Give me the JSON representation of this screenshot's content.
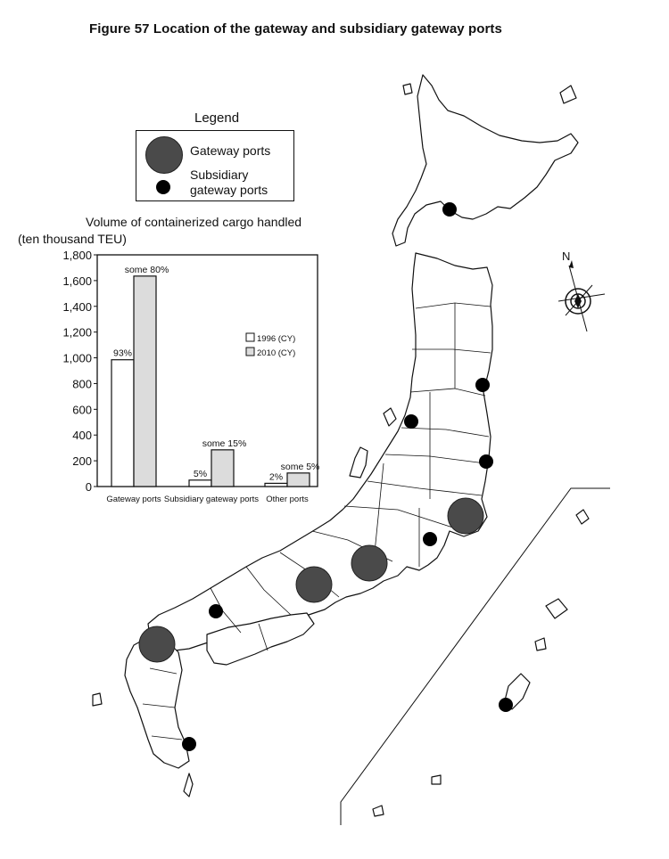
{
  "figure_title": "Figure 57 Location of the gateway and subsidiary gateway ports",
  "legend": {
    "title": "Legend",
    "items": [
      {
        "label": "Gateway ports",
        "symbol": "large-grey-circle"
      },
      {
        "label": "Subsidiary gateway ports",
        "label_lines": [
          "Subsidiary",
          "gateway ports"
        ],
        "symbol": "small-black-dot"
      }
    ]
  },
  "compass": {
    "label": "N"
  },
  "colors": {
    "gateway": "#4a4a4a",
    "subsidiary": "#000000",
    "bar_1996": "#ffffff",
    "bar_2010": "#dcdcdc"
  },
  "chart_data": {
    "type": "bar",
    "title": "Volume of containerized cargo handled",
    "ylabel": "(ten thousand TEU)",
    "ylim": [
      0,
      1800
    ],
    "yticks": [
      "1,800",
      "1,600",
      "1,400",
      "1,200",
      "1,000",
      "800",
      "600",
      "400",
      "200",
      "0"
    ],
    "ytick_values": [
      1800,
      1600,
      1400,
      1200,
      1000,
      800,
      600,
      400,
      200,
      0
    ],
    "categories": [
      "Gateway ports",
      "Subsidiary gateway ports",
      "Other ports"
    ],
    "series": [
      {
        "name": "1996 (CY)",
        "values": [
          985,
          50,
          25
        ],
        "labels": [
          "93%",
          "5%",
          "2%"
        ]
      },
      {
        "name": "2010 (CY)",
        "values": [
          1635,
          285,
          105
        ],
        "labels": [
          "some 80%",
          "some 15%",
          "some 5%"
        ]
      }
    ],
    "legend_position": "right-middle"
  }
}
